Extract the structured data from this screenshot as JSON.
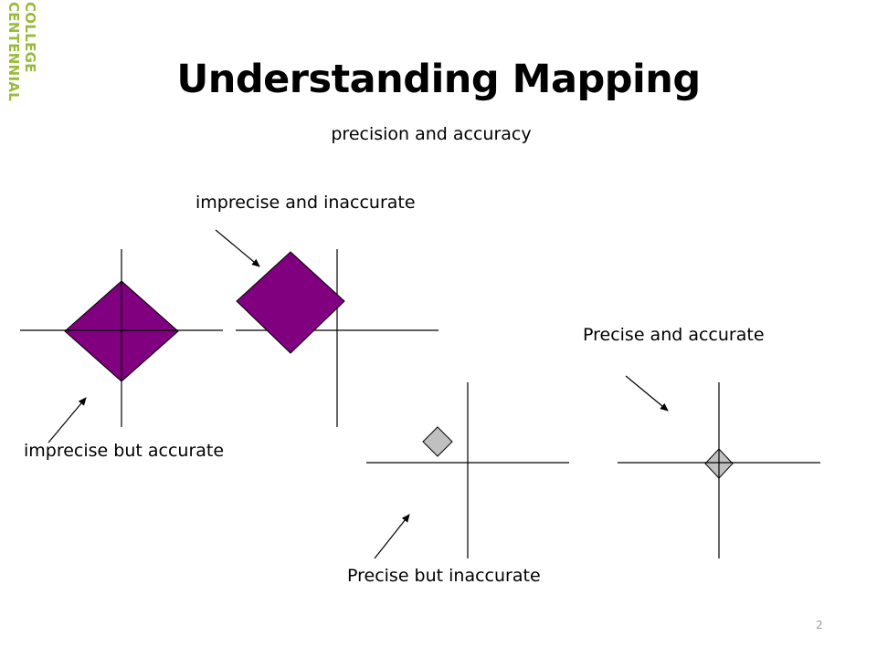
{
  "logo": {
    "line1": "COLLEGE",
    "line2": "CENTENNIAL",
    "color": "#9aba3c"
  },
  "title": "Understanding Mapping",
  "subtitle": "precision and accuracy",
  "labels": {
    "imprecise_inaccurate": "imprecise and inaccurate",
    "imprecise_accurate": "imprecise but accurate",
    "precise_accurate": "Precise and accurate",
    "precise_inaccurate": "Precise but inaccurate"
  },
  "colors": {
    "large_diamond": "#800080",
    "small_diamond": "#c0c0c0"
  },
  "slide_number": "2"
}
